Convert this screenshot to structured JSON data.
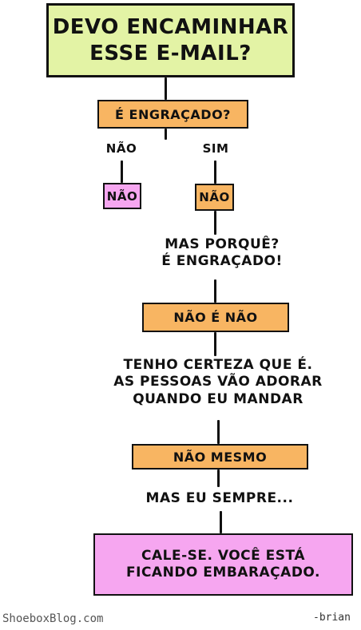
{
  "title": "DEVO ENCAMINHAR\nESSE E-MAIL?",
  "q1": "É ENGRAÇADO?",
  "branch_no_label": "NÃO",
  "branch_yes_label": "SIM",
  "branch_no_box": "NÃO",
  "branch_yes_box": "NÃO",
  "argument1": "MAS PORQUÊ?\nÉ ENGRAÇADO!",
  "answer1": "NÃO É NÃO",
  "argument2": "TENHO CERTEZA QUE É.\nAS PESSOAS VÃO ADORAR\nQUANDO EU MANDAR",
  "answer2": "NÃO MESMO",
  "argument3": "MAS EU SEMPRE...",
  "final": "CALE-SE. VOCÊ ESTÁ\nFICANDO EMBARAÇADO.",
  "footer_site": "ShoeboxBlog.com",
  "footer_author": "-brian",
  "colors": {
    "green": "#e3f3a5",
    "orange": "#f8b562",
    "pink": "#f6a6f0"
  }
}
